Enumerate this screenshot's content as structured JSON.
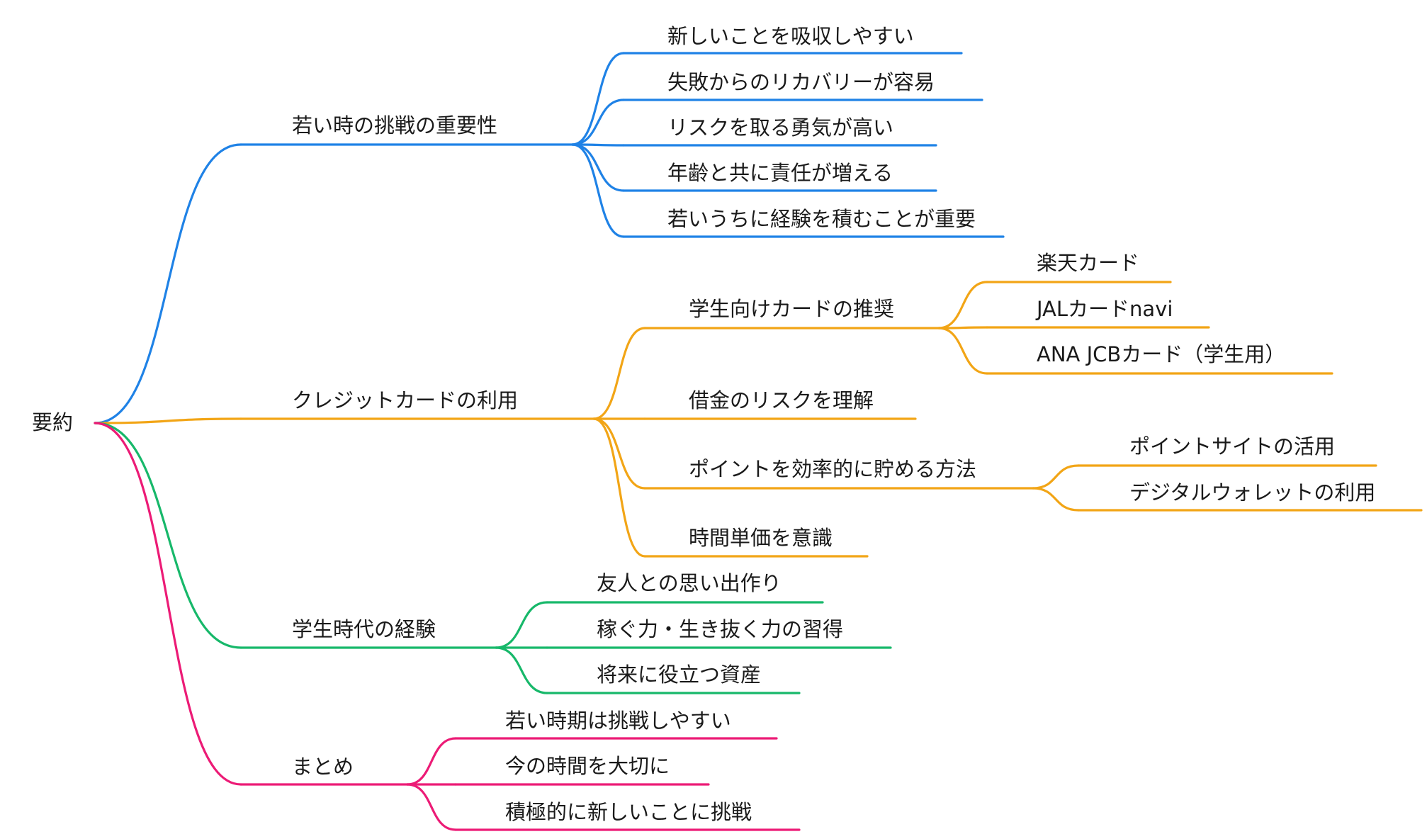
{
  "root": {
    "label": "要約"
  },
  "colors": {
    "blue": "#1f82e6",
    "orange": "#f2a516",
    "green": "#17b86a",
    "pink": "#ec1b76"
  },
  "branches": [
    {
      "id": "b1",
      "label": "若い時の挑戦の重要性",
      "color": "blue",
      "children": [
        {
          "label": "新しいことを吸収しやすい"
        },
        {
          "label": "失敗からのリカバリーが容易"
        },
        {
          "label": "リスクを取る勇気が高い"
        },
        {
          "label": "年齢と共に責任が増える"
        },
        {
          "label": "若いうちに経験を積むことが重要"
        }
      ]
    },
    {
      "id": "b2",
      "label": "クレジットカードの利用",
      "color": "orange",
      "children": [
        {
          "label": "学生向けカードの推奨",
          "children": [
            {
              "label": "楽天カード"
            },
            {
              "label": "JALカードnavi"
            },
            {
              "label": "ANA JCBカード（学生用）"
            }
          ]
        },
        {
          "label": "借金のリスクを理解"
        },
        {
          "label": "ポイントを効率的に貯める方法",
          "children": [
            {
              "label": "ポイントサイトの活用"
            },
            {
              "label": "デジタルウォレットの利用"
            }
          ]
        },
        {
          "label": "時間単価を意識"
        }
      ]
    },
    {
      "id": "b3",
      "label": "学生時代の経験",
      "color": "green",
      "children": [
        {
          "label": "友人との思い出作り"
        },
        {
          "label": "稼ぐ力・生き抜く力の習得"
        },
        {
          "label": "将来に役立つ資産"
        }
      ]
    },
    {
      "id": "b4",
      "label": "まとめ",
      "color": "pink",
      "children": [
        {
          "label": "若い時期は挑戦しやすい"
        },
        {
          "label": "今の時間を大切に"
        },
        {
          "label": "積極的に新しいことに挑戦"
        }
      ]
    }
  ]
}
